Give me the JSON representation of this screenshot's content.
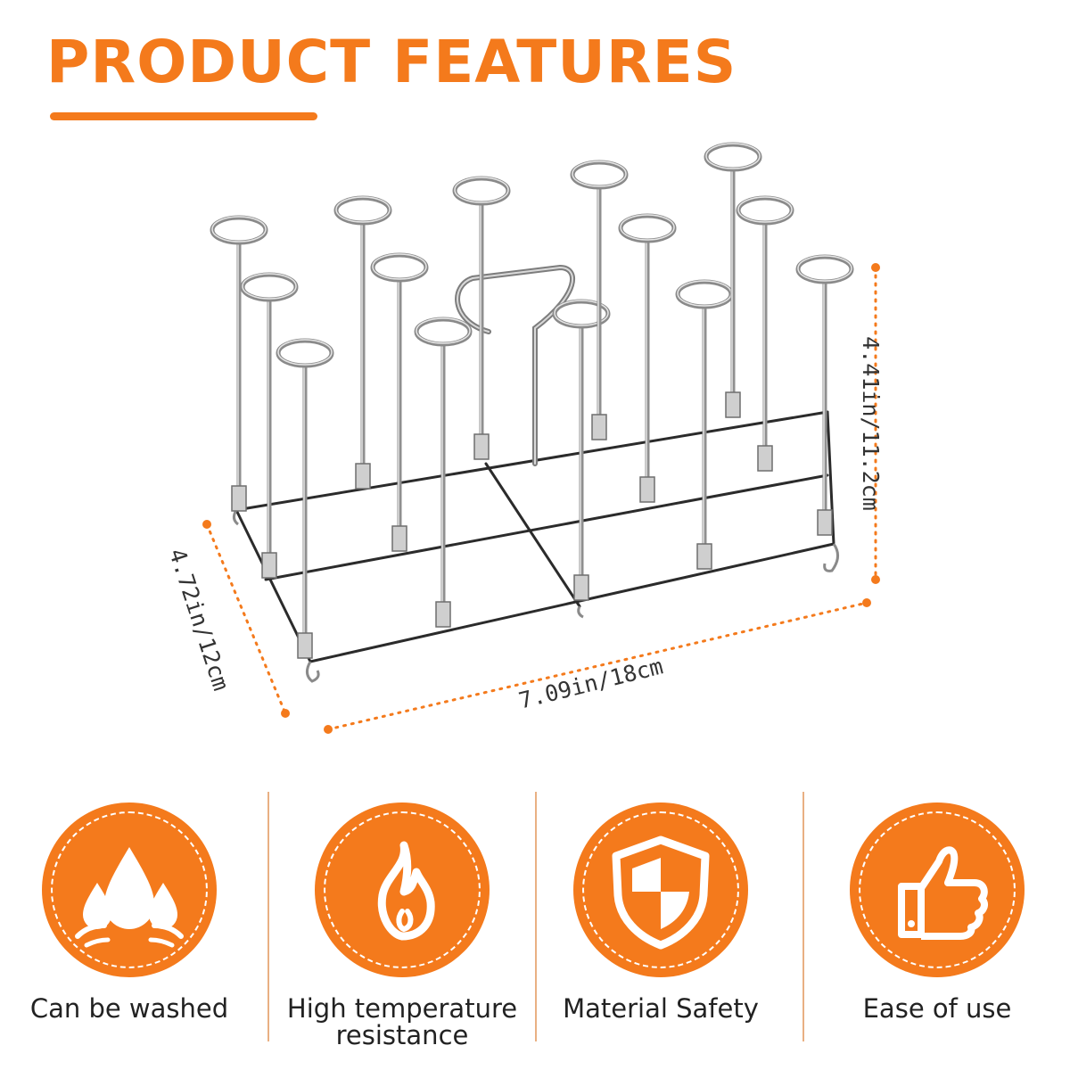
{
  "title": "PRODUCT FEATURES",
  "dimensions": {
    "height": "4.41in/11.2cm",
    "depth": "4.72in/12cm",
    "width": "7.09in/18cm"
  },
  "features": [
    {
      "label": "Can be washed",
      "icon": "water-drops-icon"
    },
    {
      "label": "High temperature\nresistance",
      "icon": "flame-icon"
    },
    {
      "label": "Material Safety",
      "icon": "shield-icon"
    },
    {
      "label": "Ease of use",
      "icon": "thumbs-up-icon"
    }
  ],
  "colors": {
    "accent": "#f47a1c",
    "steel": "#a9a9a9",
    "text": "#222222"
  }
}
